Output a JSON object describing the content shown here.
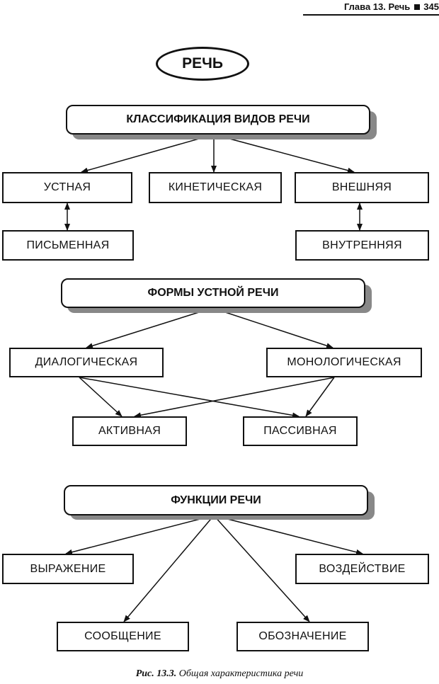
{
  "page_header": {
    "chapter": "Глава 13. Речь",
    "page": "345"
  },
  "root": "РЕЧЬ",
  "section1": {
    "title": "КЛАССИФИКАЦИЯ ВИДОВ РЕЧИ",
    "oral": "УСТНАЯ",
    "written": "ПИСЬМЕННАЯ",
    "kinetic": "КИНЕТИЧЕСКАЯ",
    "external": "ВНЕШНЯЯ",
    "internal": "ВНУТРЕННЯЯ"
  },
  "section2": {
    "title": "ФОРМЫ УСТНОЙ РЕЧИ",
    "dialogic": "ДИАЛОГИЧЕСКАЯ",
    "monologic": "МОНОЛОГИЧЕСКАЯ",
    "active": "АКТИВНАЯ",
    "passive": "ПАССИВНАЯ"
  },
  "section3": {
    "title": "ФУНКЦИИ РЕЧИ",
    "expression": "ВЫРАЖЕНИЕ",
    "influence": "ВОЗДЕЙСТВИЕ",
    "message": "СООБЩЕНИЕ",
    "designation": "ОБОЗНАЧЕНИЕ"
  },
  "caption": {
    "label": "Рис. 13.3.",
    "text": "Общая характеристика речи"
  }
}
